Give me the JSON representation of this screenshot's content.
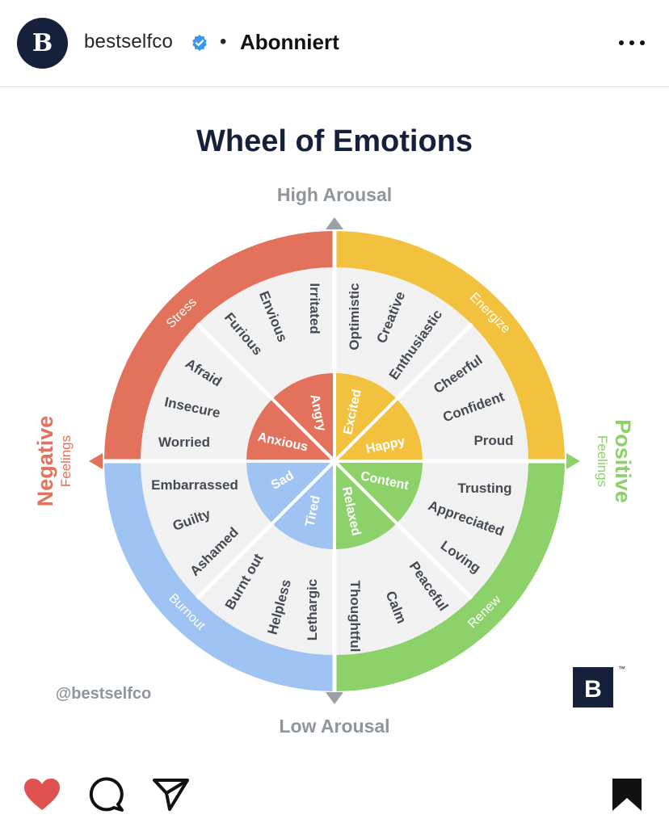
{
  "header": {
    "avatar_letter": "B",
    "username": "bestselfco",
    "separator": "•",
    "follow_status": "Abonniert",
    "more_icon": "more-dots-icon",
    "verified_icon": "verified-badge-icon"
  },
  "post": {
    "title": "Wheel of Emotions",
    "top_label": "High Arousal",
    "bottom_label": "Low Arousal",
    "left_label": {
      "main": "Negative",
      "sub": "Feelings"
    },
    "right_label": {
      "main": "Positive",
      "sub": "Feelings"
    },
    "watermark": "@bestselfco",
    "logo_letter": "B",
    "logo_tm": "™",
    "quadrants": {
      "stress": {
        "label": "Stress",
        "color": "#e2725b"
      },
      "energize": {
        "label": "Energize",
        "color": "#f2c23e"
      },
      "renew": {
        "label": "Renew",
        "color": "#8dd16b"
      },
      "burnout": {
        "label": "Burnout",
        "color": "#9fc3f2"
      }
    },
    "core": {
      "angry": "Angry",
      "anxious": "Anxious",
      "excited": "Excited",
      "happy": "Happy",
      "content": "Content",
      "relaxed": "Relaxed",
      "tired": "Tired",
      "sad": "Sad"
    },
    "words": {
      "irritated": "Irritated",
      "envious": "Envious",
      "furious": "Furious",
      "afraid": "Afraid",
      "insecure": "Insecure",
      "worried": "Worried",
      "optimistic": "Optimistic",
      "creative": "Creative",
      "enthusiastic": "Enthusiastic",
      "cheerful": "Cheerful",
      "confident": "Confident",
      "proud": "Proud",
      "trusting": "Trusting",
      "appreciated": "Appreciated",
      "loving": "Loving",
      "peaceful": "Peaceful",
      "calm": "Calm",
      "thoughtful": "Thoughtful",
      "lethargic": "Lethargic",
      "helpless": "Helpless",
      "burnt_out": "Burnt out",
      "ashamed": "Ashamed",
      "guilty": "Guilty",
      "embarrassed": "Embarrassed"
    },
    "colors": {
      "stress": "#e2725b",
      "energize": "#f2c23e",
      "renew": "#8dd16b",
      "burnout": "#9fc3f2",
      "panel": "#f2f2f2",
      "title": "#15213b",
      "arousal": "#8e959d"
    }
  },
  "actions": {
    "like_icon": "heart-filled-icon",
    "comment_icon": "comment-icon",
    "share_icon": "share-icon",
    "save_icon": "bookmark-filled-icon",
    "like_color": "#e0524f"
  }
}
